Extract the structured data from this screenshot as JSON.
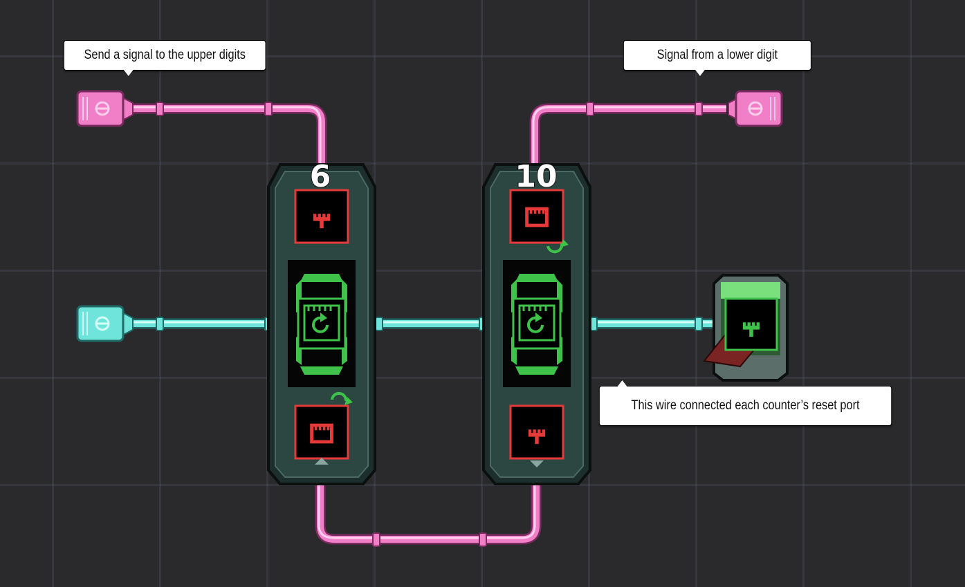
{
  "tooltips": {
    "upper": "Send a signal to the upper digits",
    "lower": "Signal from a lower digit",
    "reset": "This wire connected each counter’s reset port"
  },
  "counters": [
    {
      "value": "6"
    },
    {
      "value": "10"
    }
  ],
  "colors": {
    "signal_wire": "#f07fc8",
    "reset_wire": "#6fe4da",
    "port_red": "#e63a3a",
    "port_green": "#3ec24a",
    "panel": "#2c4642"
  },
  "icons": [
    "input-connector-icon",
    "output-connector-icon",
    "port-icon",
    "reset-icon",
    "toggle-switch-icon"
  ]
}
